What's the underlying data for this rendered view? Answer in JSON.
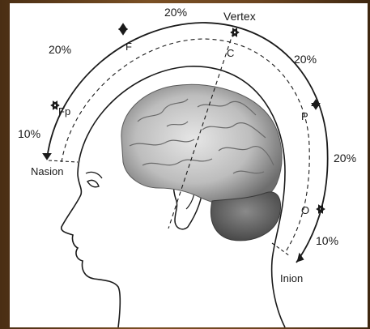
{
  "diagram": {
    "segments": {
      "top": "20%",
      "upper_left": "20%",
      "upper_right": "20%",
      "left_low": "10%",
      "right_mid": "20%",
      "right_low": "10%"
    },
    "points": {
      "vertex": "Vertex",
      "fp": "Fp",
      "f": "F",
      "c": "C",
      "p": "P",
      "o": "O",
      "nasion": "Nasion",
      "inion": "Inion"
    }
  },
  "colors": {
    "frame": "#6b4420",
    "line": "#1a1a1a",
    "brain_light": "#d9d9d9",
    "brain_dark": "#7a7a7a"
  }
}
